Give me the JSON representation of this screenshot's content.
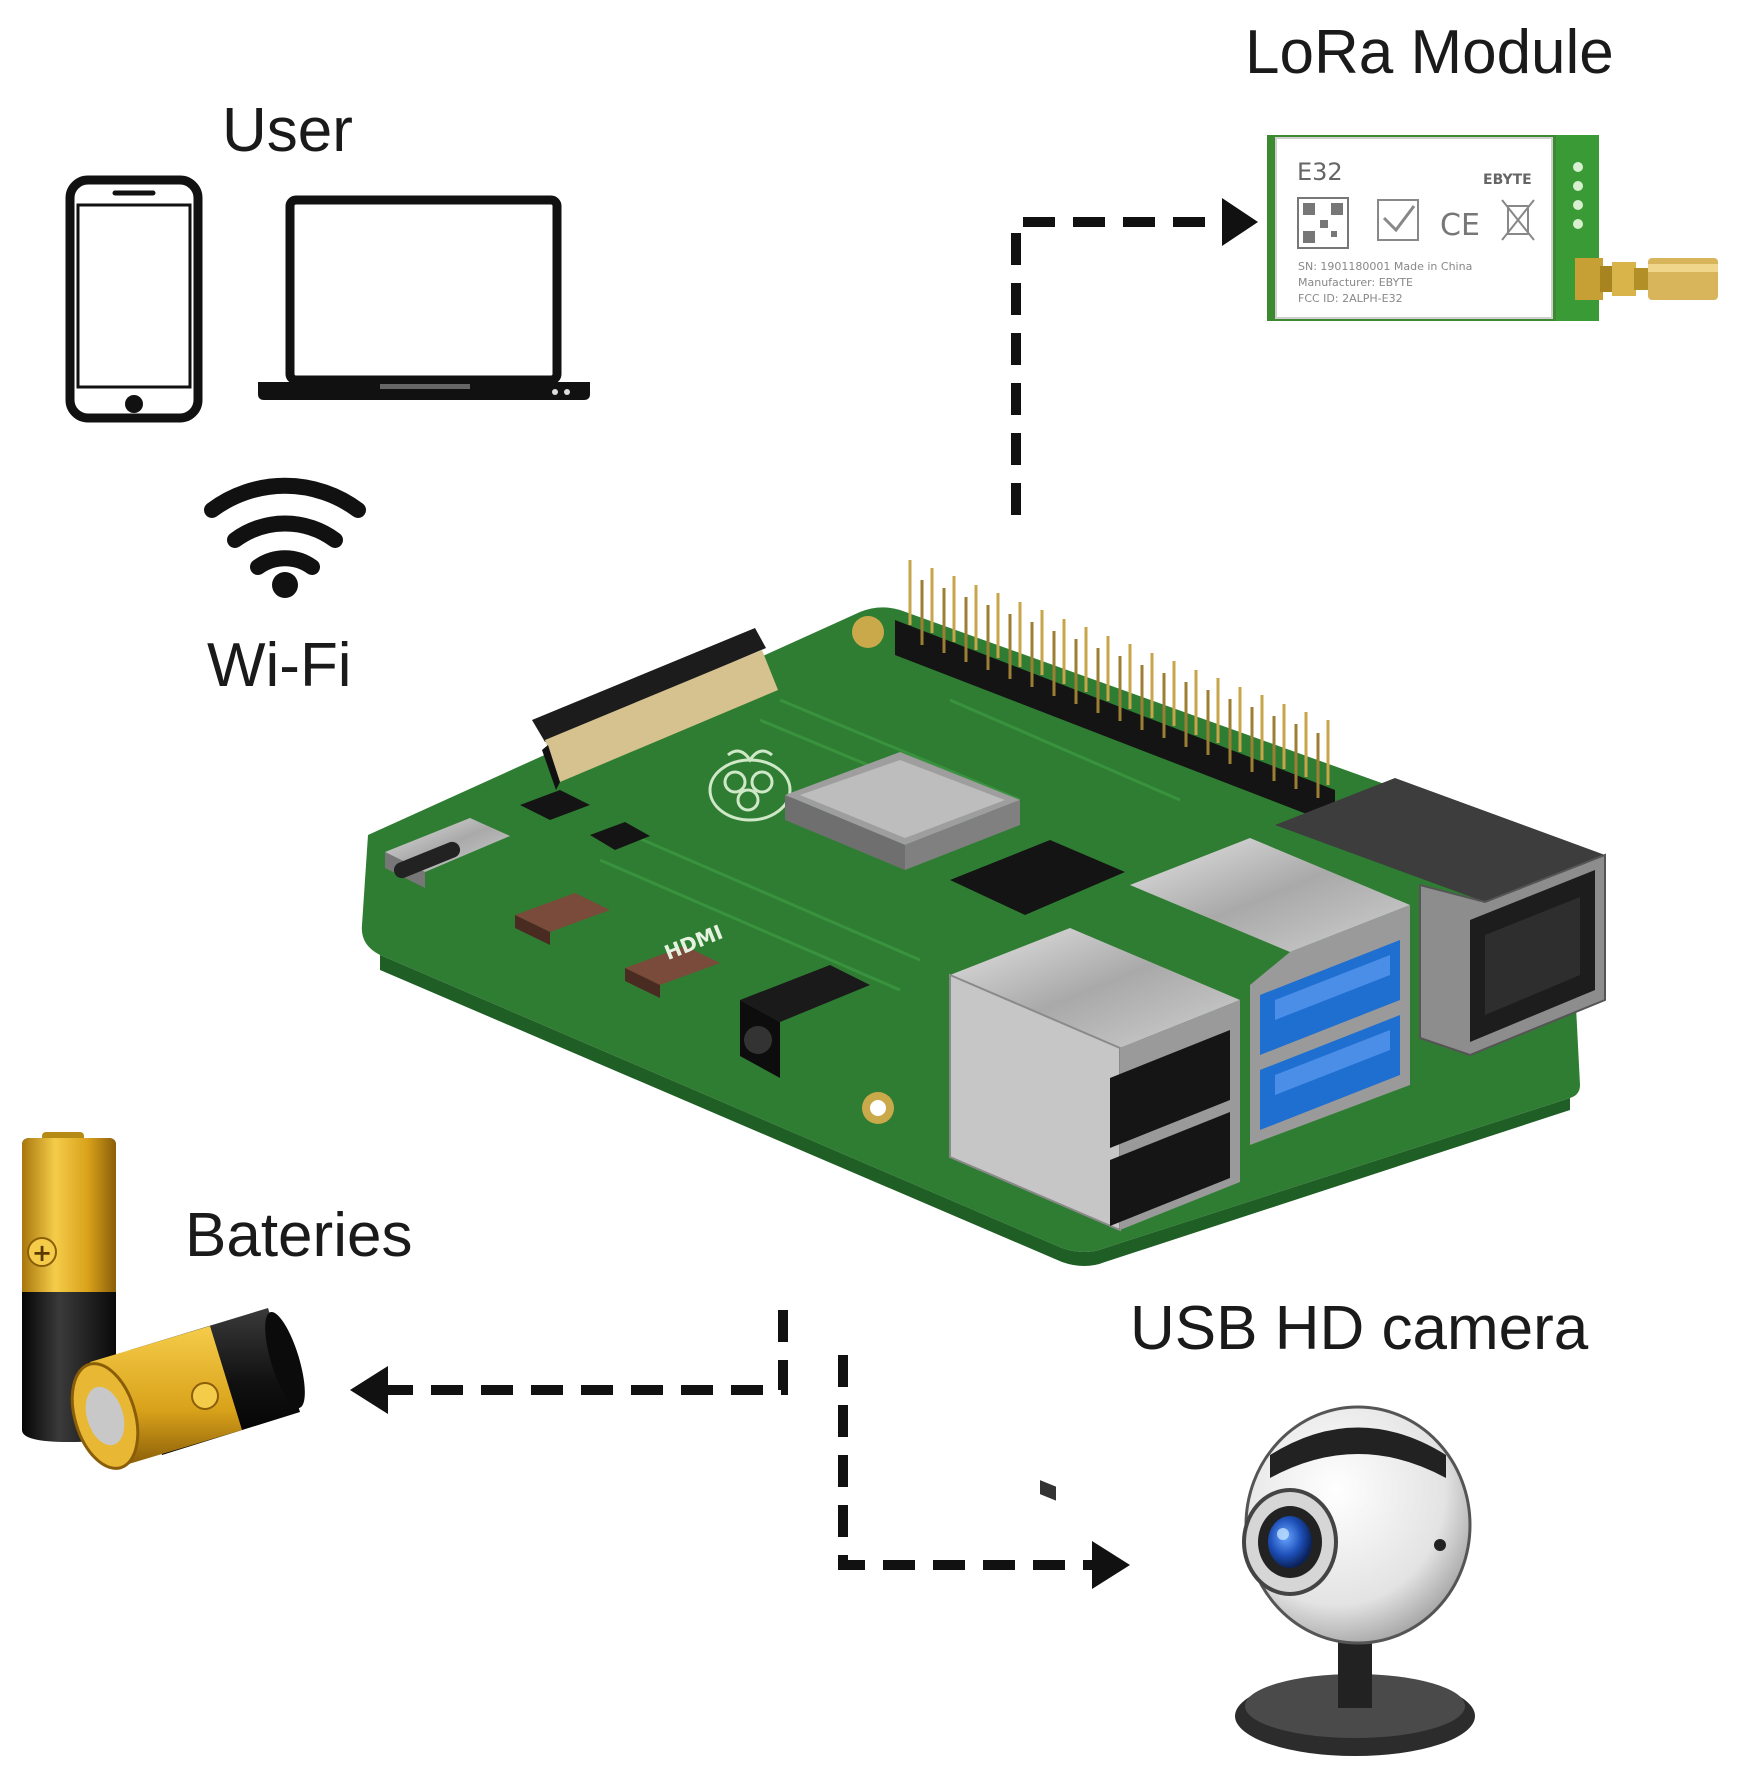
{
  "labels": {
    "lora": "LoRa Module",
    "user": "User",
    "wifi": "Wi-Fi",
    "batteries": "Bateries",
    "camera": "USB HD camera"
  },
  "lora_module": {
    "model": "E32",
    "brand": "EBYTE",
    "marks": [
      "CE"
    ],
    "info_lines": [
      "SN: 1901180001   Made in China",
      "Manufacturer: EBYTE",
      "FCC ID: 2ALPH-E32"
    ]
  },
  "board": {
    "connector_labels": [
      "HDMI"
    ]
  },
  "battery": {
    "symbol": "+"
  },
  "icons": [
    "phone-icon",
    "laptop-icon",
    "wifi-icon",
    "battery-icon",
    "webcam-icon",
    "raspberry-pi-board",
    "lora-module"
  ],
  "colors": {
    "pcb": "#2f7d32",
    "pcb_dark": "#1f5e24",
    "battery_gold": "#d9a21b",
    "usb3_blue": "#1f6fd1",
    "arrow": "#111111"
  }
}
